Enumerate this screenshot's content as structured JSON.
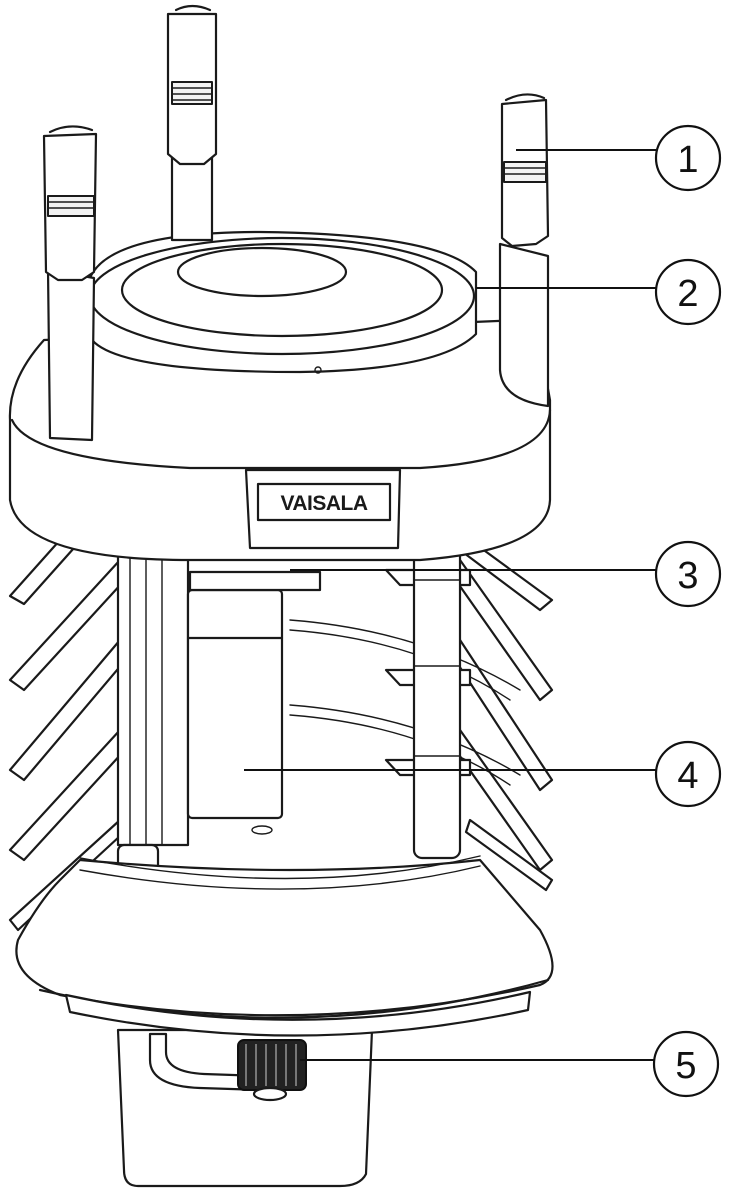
{
  "brand": {
    "logo_text": "VAISALA"
  },
  "callouts": [
    {
      "number": "1",
      "part": "wind-transducer"
    },
    {
      "number": "2",
      "part": "top-cover"
    },
    {
      "number": "3",
      "part": "rain-sensor-mount"
    },
    {
      "number": "4",
      "part": "ptu-module"
    },
    {
      "number": "5",
      "part": "screw-connector"
    }
  ]
}
